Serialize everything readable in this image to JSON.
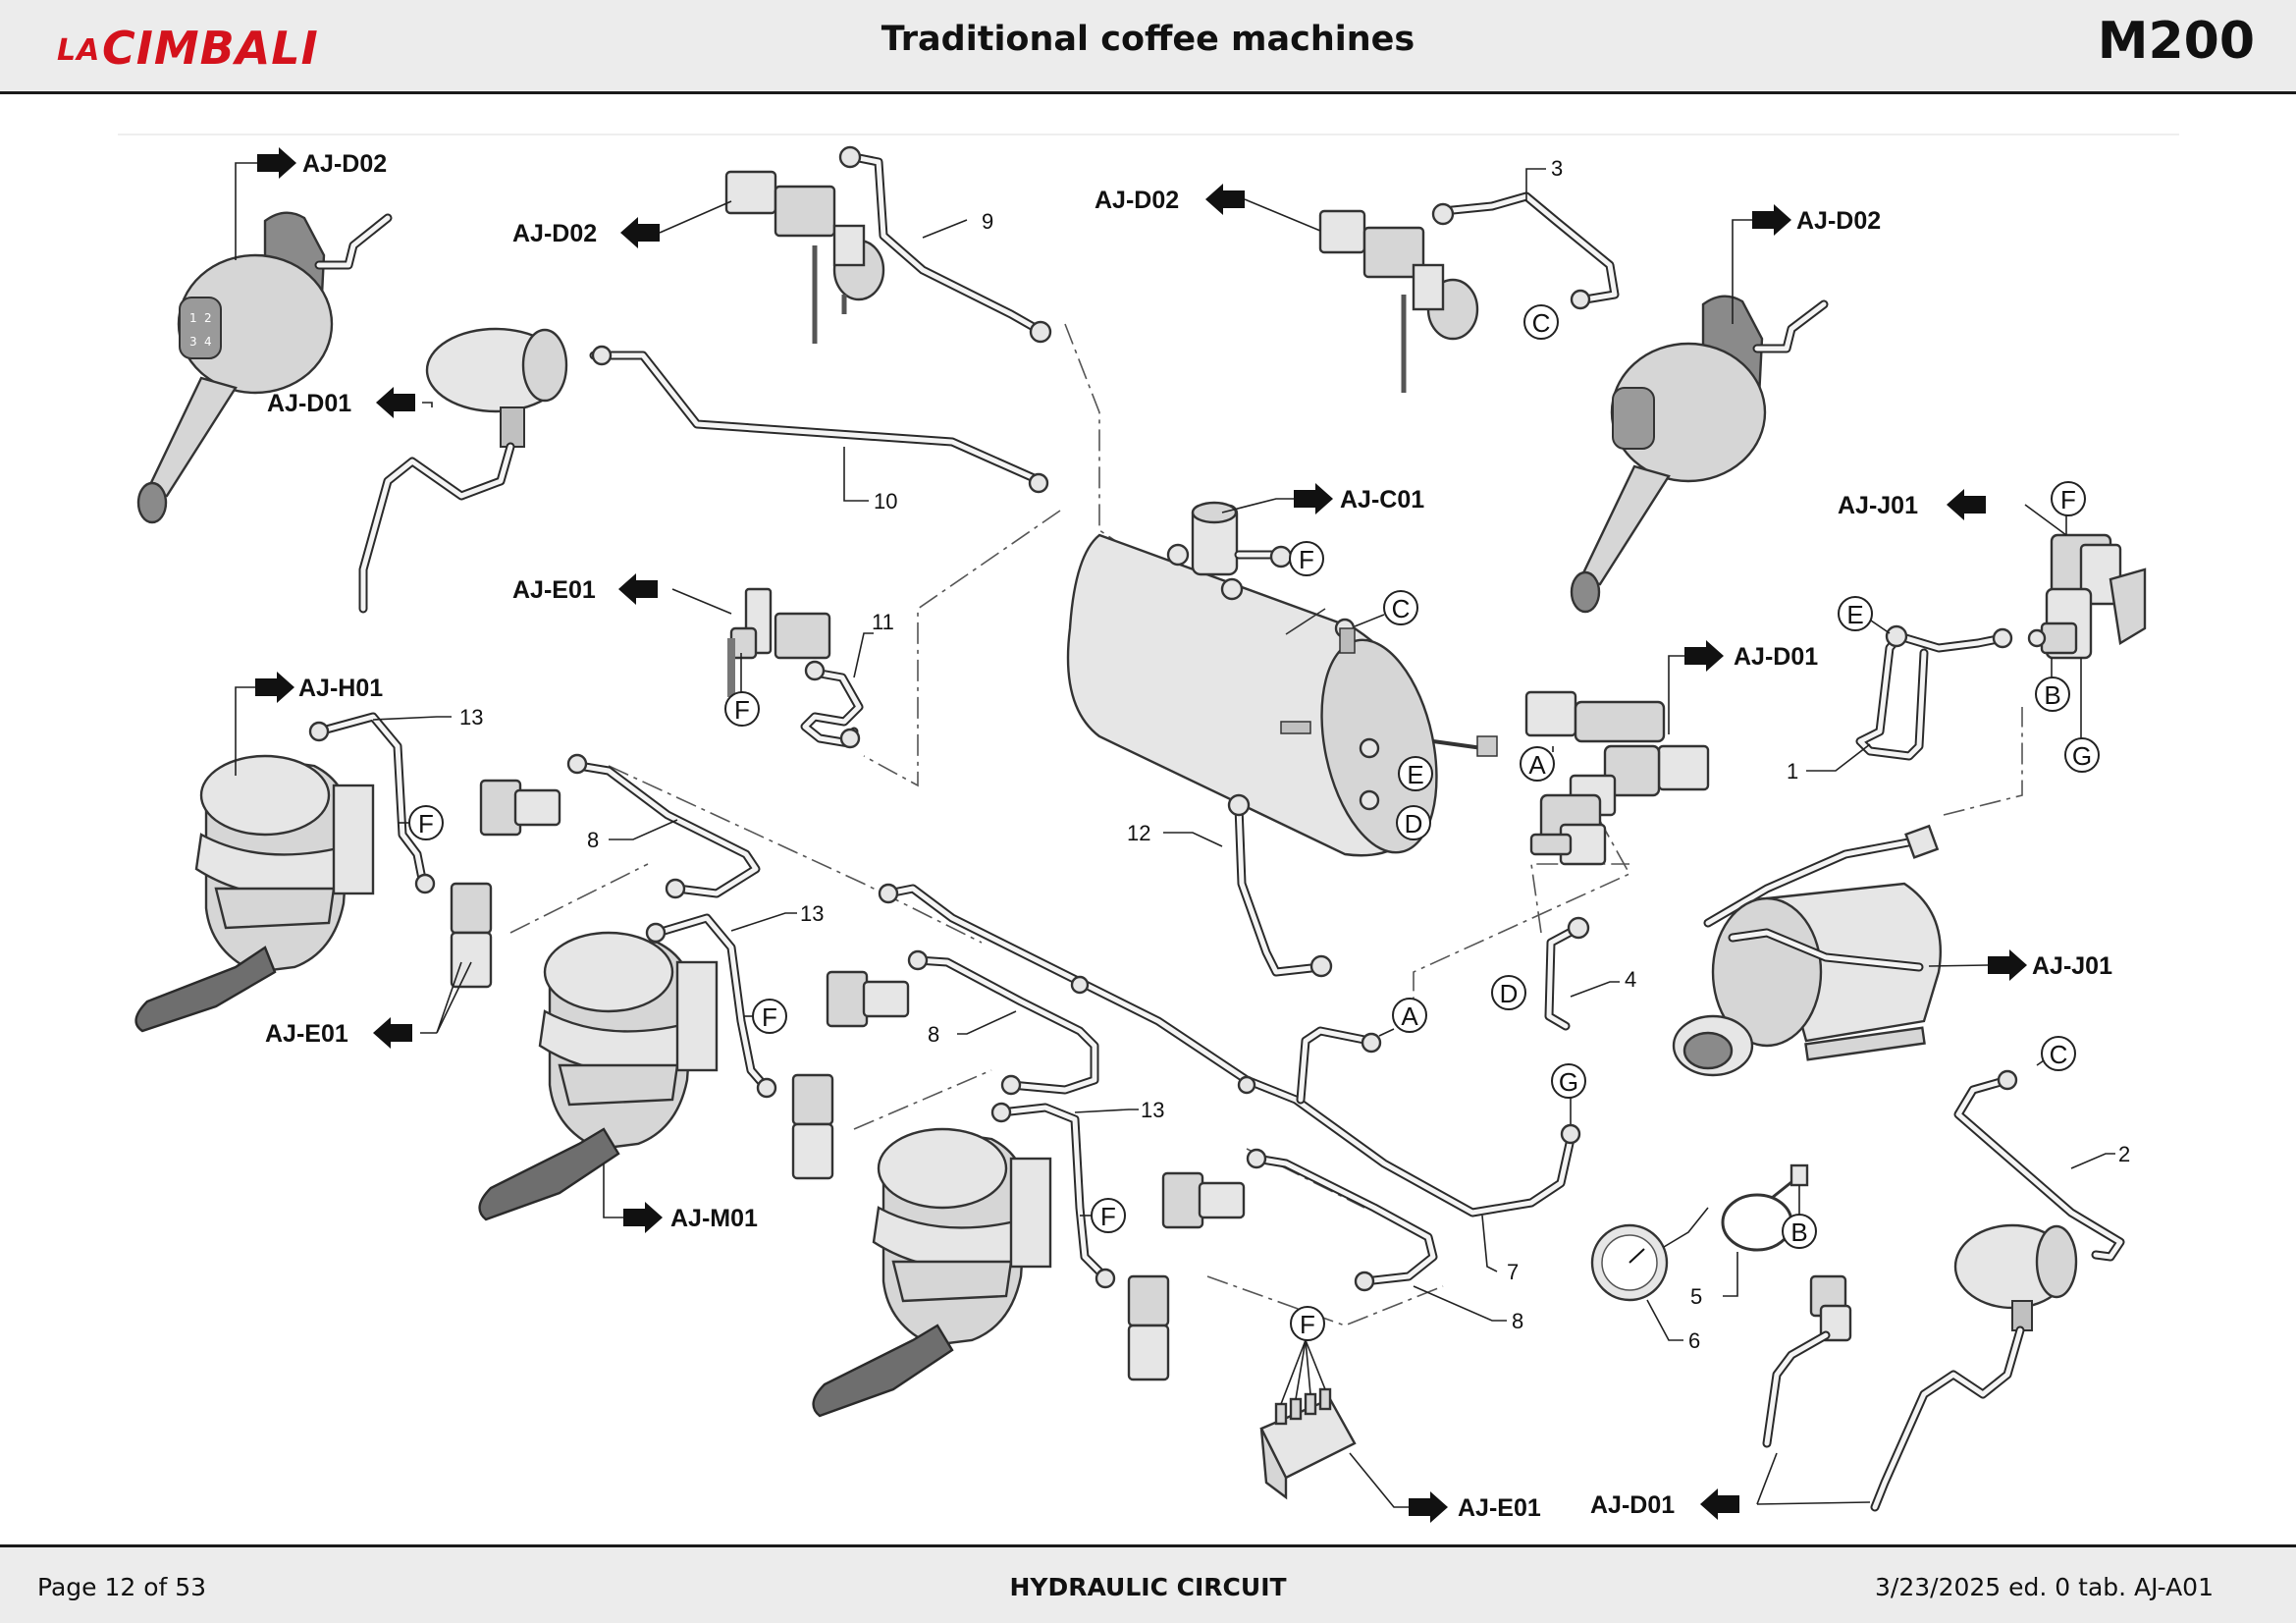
{
  "header": {
    "logo_small": "LA",
    "logo_main": "CIMBALI",
    "title": "Traditional coffee machines",
    "model": "M200"
  },
  "footer": {
    "page": "Page 12 of 53",
    "section": "HYDRAULIC CIRCUIT",
    "edition": "3/23/2025 ed. 0 tab. AJ-A01"
  },
  "diagram": {
    "refs": {
      "d02_a": "AJ-D02",
      "d02_b": "AJ-D02",
      "d02_c": "AJ-D02",
      "d02_d": "AJ-D02",
      "d01_a": "AJ-D01",
      "d01_b": "AJ-D01",
      "d01_c": "AJ-D01",
      "e01_a": "AJ-E01",
      "e01_b": "AJ-E01",
      "e01_c": "AJ-E01",
      "h01": "AJ-H01",
      "c01": "AJ-C01",
      "j01_a": "AJ-J01",
      "j01_b": "AJ-J01",
      "m01": "AJ-M01"
    },
    "numbers": {
      "n1": "1",
      "n2": "2",
      "n3": "3",
      "n4": "4",
      "n5": "5",
      "n6": "6",
      "n7": "7",
      "n8a": "8",
      "n8b": "8",
      "n8c": "8",
      "n9": "9",
      "n10": "10",
      "n11": "11",
      "n12": "12",
      "n13a": "13",
      "n13b": "13",
      "n13c": "13"
    },
    "letters": {
      "c_top": "C",
      "f_boiler": "F",
      "c_boiler": "C",
      "e_boiler": "E",
      "d_boiler": "D",
      "a_valve": "A",
      "f_solenoid": "F",
      "f_group1": "F",
      "f_group2": "F",
      "f_group3": "F",
      "f_j01": "F",
      "e_pipe1": "E",
      "b_j01": "B",
      "g_j01": "G",
      "d_pipe4": "D",
      "a_pipe7": "A",
      "g_pipe7": "G",
      "c_pipe2": "C",
      "b_gauge": "B",
      "f_manifold": "F"
    }
  }
}
